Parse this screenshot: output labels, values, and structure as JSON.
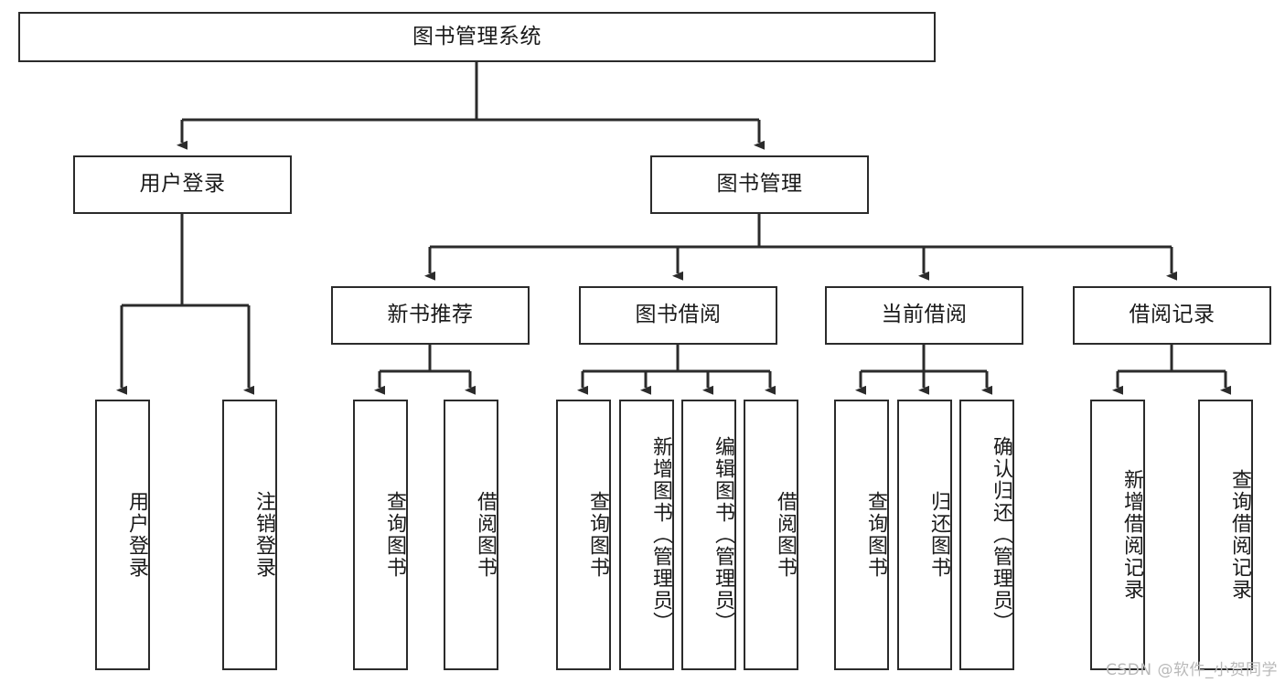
{
  "diagram": {
    "title_node": {
      "label": "图书管理系统"
    },
    "level2": [
      {
        "id": "user-login",
        "label": "用户登录"
      },
      {
        "id": "book-management",
        "label": "图书管理"
      }
    ],
    "level3": [
      {
        "id": "new-book-recommend",
        "label": "新书推荐"
      },
      {
        "id": "book-borrow",
        "label": "图书借阅"
      },
      {
        "id": "current-borrow",
        "label": "当前借阅"
      },
      {
        "id": "borrow-record",
        "label": "借阅记录"
      }
    ],
    "leaves": {
      "user_login": [
        {
          "id": "leaf-user-login",
          "label": "用户登录"
        },
        {
          "id": "leaf-logout-login",
          "label": "注销登录"
        }
      ],
      "new_book_recommend": [
        {
          "id": "leaf-query-book-1",
          "label": "查询图书"
        },
        {
          "id": "leaf-borrow-book-1",
          "label": "借阅图书"
        }
      ],
      "book_borrow": [
        {
          "id": "leaf-query-book-2",
          "label": "查询图书"
        },
        {
          "id": "leaf-add-book",
          "label": "新增图书（管理员）"
        },
        {
          "id": "leaf-edit-book",
          "label": "编辑图书（管理员）"
        },
        {
          "id": "leaf-borrow-book-2",
          "label": "借阅图书"
        }
      ],
      "current_borrow": [
        {
          "id": "leaf-query-book-3",
          "label": "查询图书"
        },
        {
          "id": "leaf-return-book",
          "label": "归还图书"
        },
        {
          "id": "leaf-confirm-return",
          "label": "确认归还（管理员）"
        }
      ],
      "borrow_record": [
        {
          "id": "leaf-add-record",
          "label": "新增借阅记录"
        },
        {
          "id": "leaf-query-record",
          "label": "查询借阅记录"
        }
      ]
    }
  },
  "watermark": {
    "text": "CSDN @软件_小贺同学"
  },
  "colors": {
    "stroke": "#2b2b2b",
    "fill": "#ffffff",
    "text": "#1a1a1a",
    "watermark": "#b9b9b9"
  }
}
